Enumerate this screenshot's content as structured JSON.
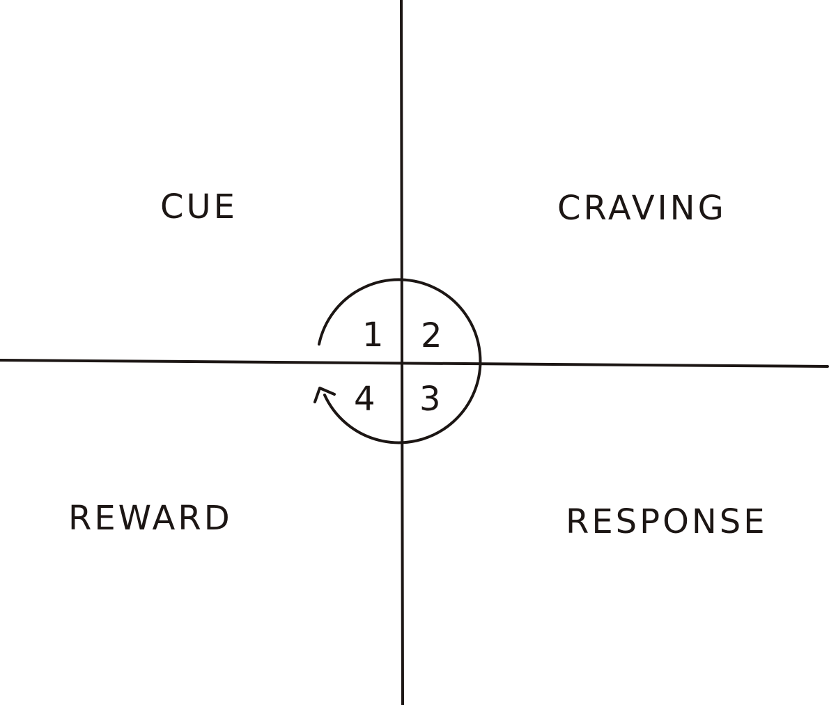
{
  "diagram": {
    "quadrants": {
      "top_left": "CUE",
      "top_right": "CRAVING",
      "bottom_right": "RESPONSE",
      "bottom_left": "REWARD"
    },
    "circle_numbers": {
      "top_left": "1",
      "top_right": "2",
      "bottom_right": "3",
      "bottom_left": "4"
    },
    "colors": {
      "ink": "#1c1614",
      "background": "#ffffff"
    }
  }
}
